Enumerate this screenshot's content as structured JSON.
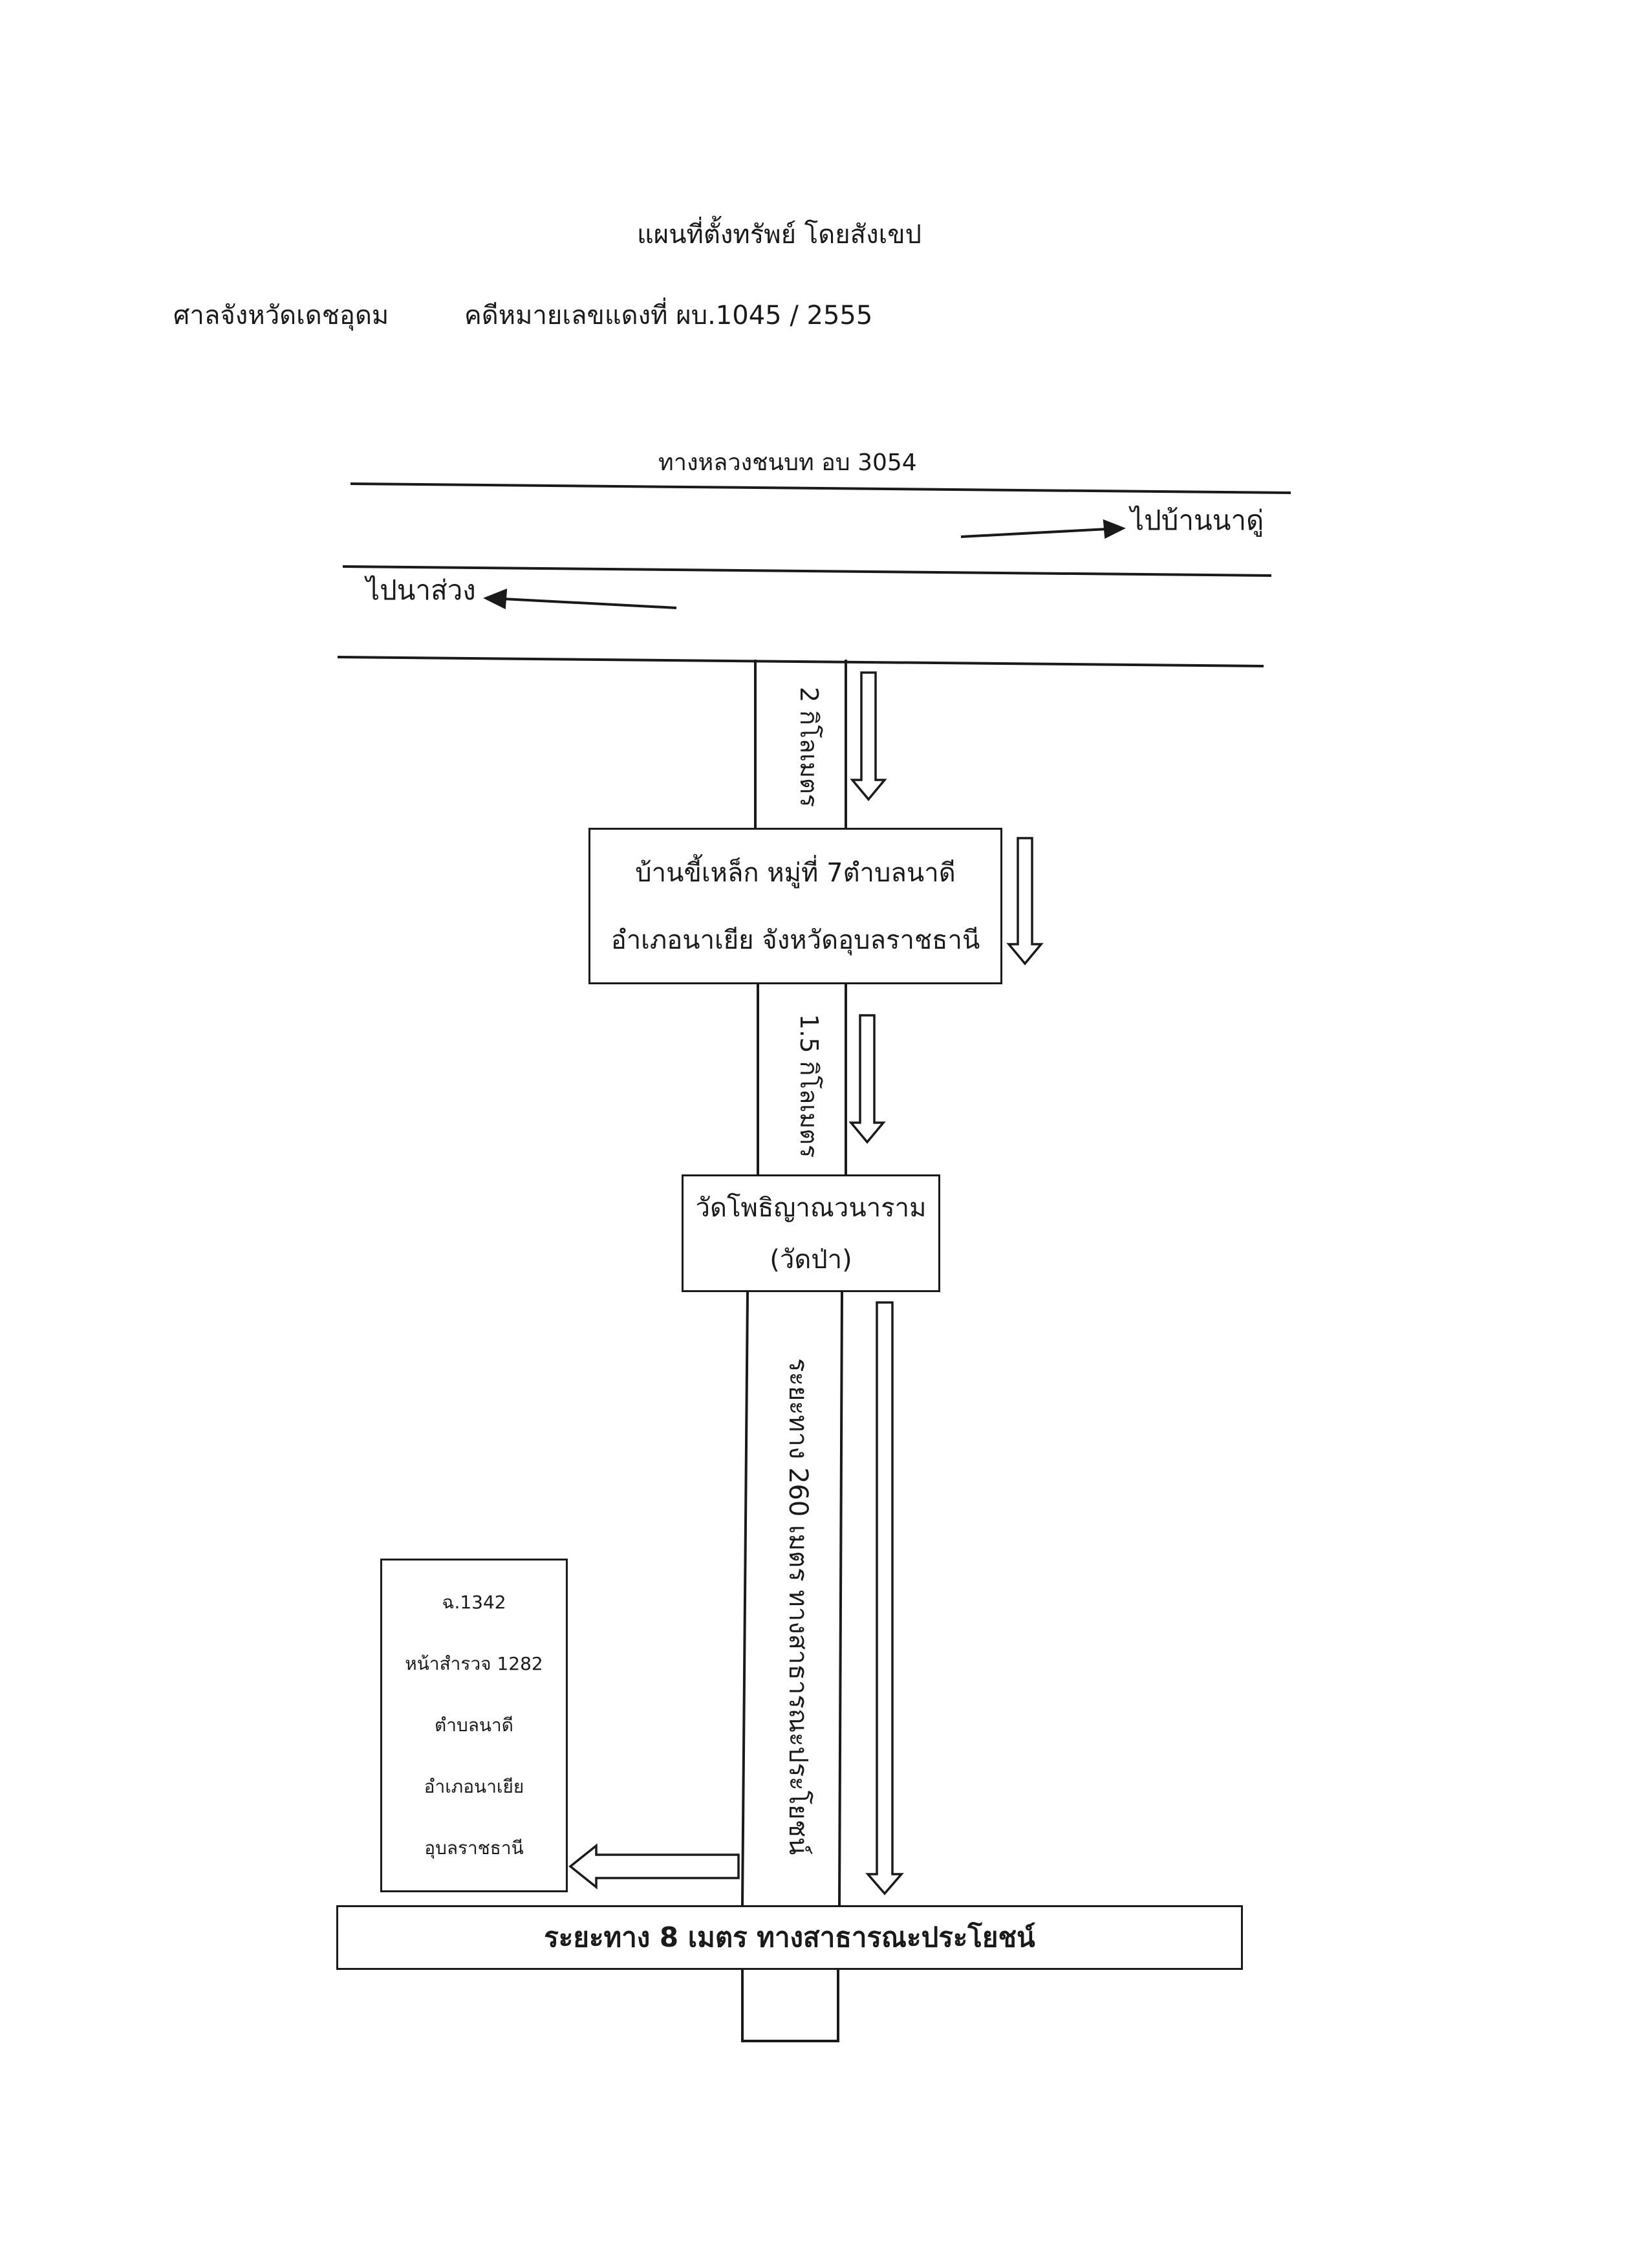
{
  "header": {
    "title": "แผนที่ตั้งทรัพย์ โดยสังเขป",
    "court": "ศาลจังหวัดเดชอุดม",
    "case_no": "คดีหมายเลขแดงที่ ผบ.1045 / 2555"
  },
  "main_road": {
    "name": "ทางหลวงชนบท อบ 3054",
    "to_right": "ไปบ้านนาดู่",
    "to_left": "ไปนาส่วง"
  },
  "segments": {
    "first_distance": "2 กิโลเมตร",
    "second_distance": "1.5 กิโลเมตร",
    "third_distance": "ระยะทาง  260 เมตร  ทางสาธารณะประโยชน์"
  },
  "village_box": {
    "line1": "บ้านขี้เหล็ก หมู่ที่ 7ตำบลนาดี",
    "line2": "อำเภอนาเยีย จังหวัดอุบลราชธานี"
  },
  "temple_box": {
    "line1": "วัดโพธิญาณวนาราม",
    "line2": "(วัดป่า)"
  },
  "parcel_box": {
    "line1": "ฉ.1342",
    "line2": "หน้าสำรวจ 1282",
    "line3": "ตำบลนาดี",
    "line4": "อำเภอนาเยีย",
    "line5": "อุบลราชธานี"
  },
  "bottom_road": {
    "label": "ระยะทาง 8 เมตร ทางสาธารณะประโยชน์"
  },
  "colors": {
    "ink": "#1a1a1a",
    "paper": "#ffffff"
  }
}
